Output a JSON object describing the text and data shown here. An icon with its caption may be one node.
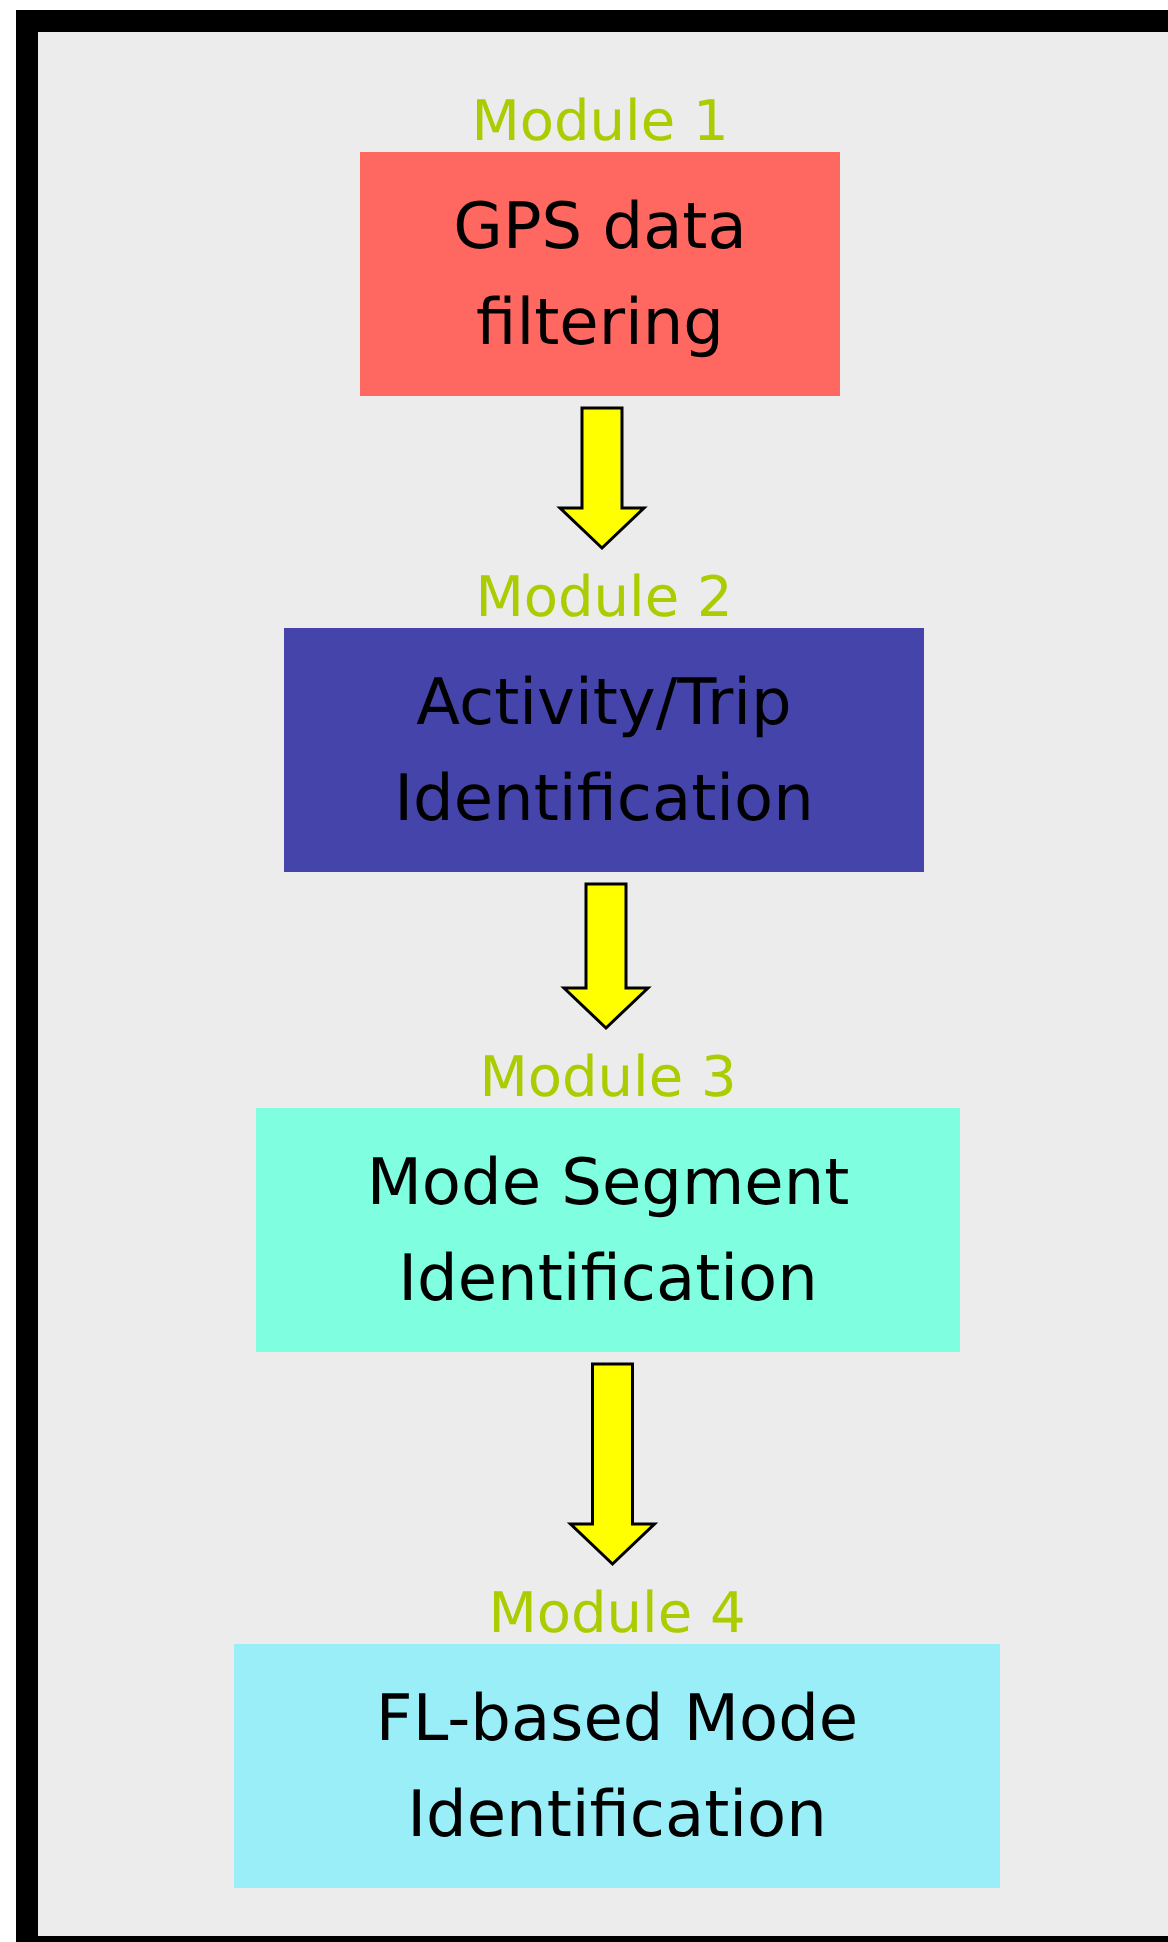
{
  "diagram": {
    "nodes": [
      {
        "text": [
          "Module 1",
          "GPS data filtering"
        ]
      },
      {
        "text": [
          "Module 2",
          "Activity/Trip Identification"
        ]
      },
      {
        "text": [
          "Module 3",
          "Mode Segment Identification"
        ]
      },
      {
        "text": [
          "Module 4",
          "FL-based Mode Identification"
        ]
      }
    ],
    "edges": [
      {
        "from": 0,
        "to": 1,
        "arrow": "to"
      },
      {
        "from": 1,
        "to": 2,
        "arrow": "to"
      },
      {
        "from": 2,
        "to": 3,
        "arrow": "to"
      }
    ]
  }
}
